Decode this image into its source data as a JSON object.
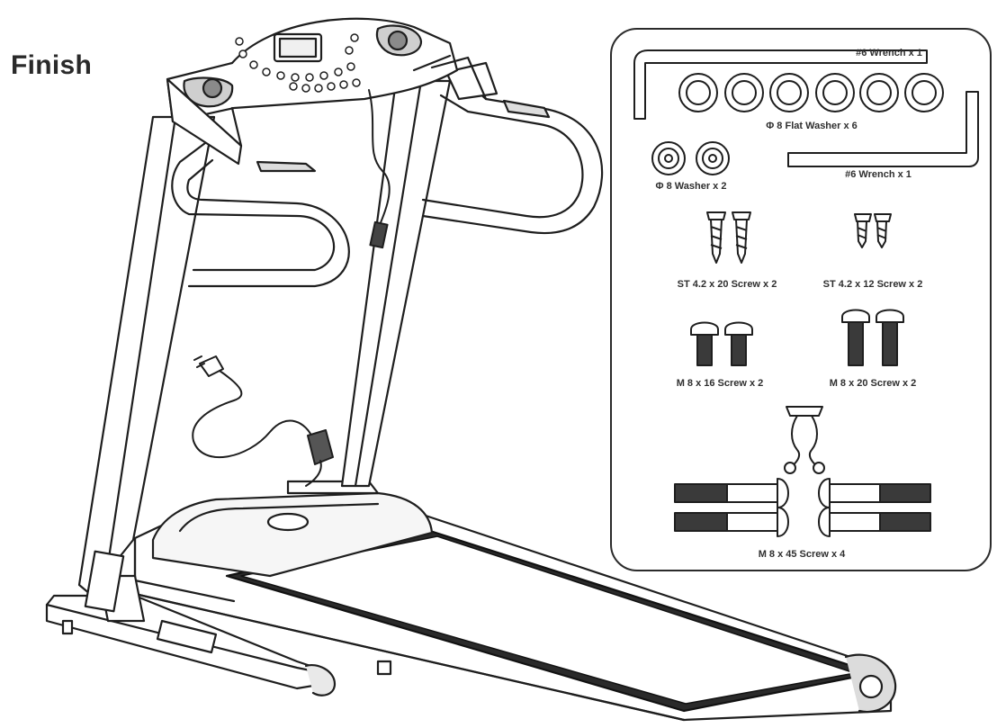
{
  "title": "Finish",
  "parts": {
    "top_wrench": "#6 Wrench x 1",
    "flat_washer": "Φ 8 Flat Washer x 6",
    "washer": "Φ 8 Washer x 2",
    "wrench": "#6 Wrench x 1",
    "st_screw_20": "ST 4.2 x 20 Screw x 2",
    "st_screw_12": "ST 4.2 x 12 Screw x 2",
    "m8_screw_16": "M 8 x 16 Screw x 2",
    "m8_screw_20": "M 8 x 20 Screw x 2",
    "m8_screw_45": "M 8 x 45 Screw x 4"
  }
}
